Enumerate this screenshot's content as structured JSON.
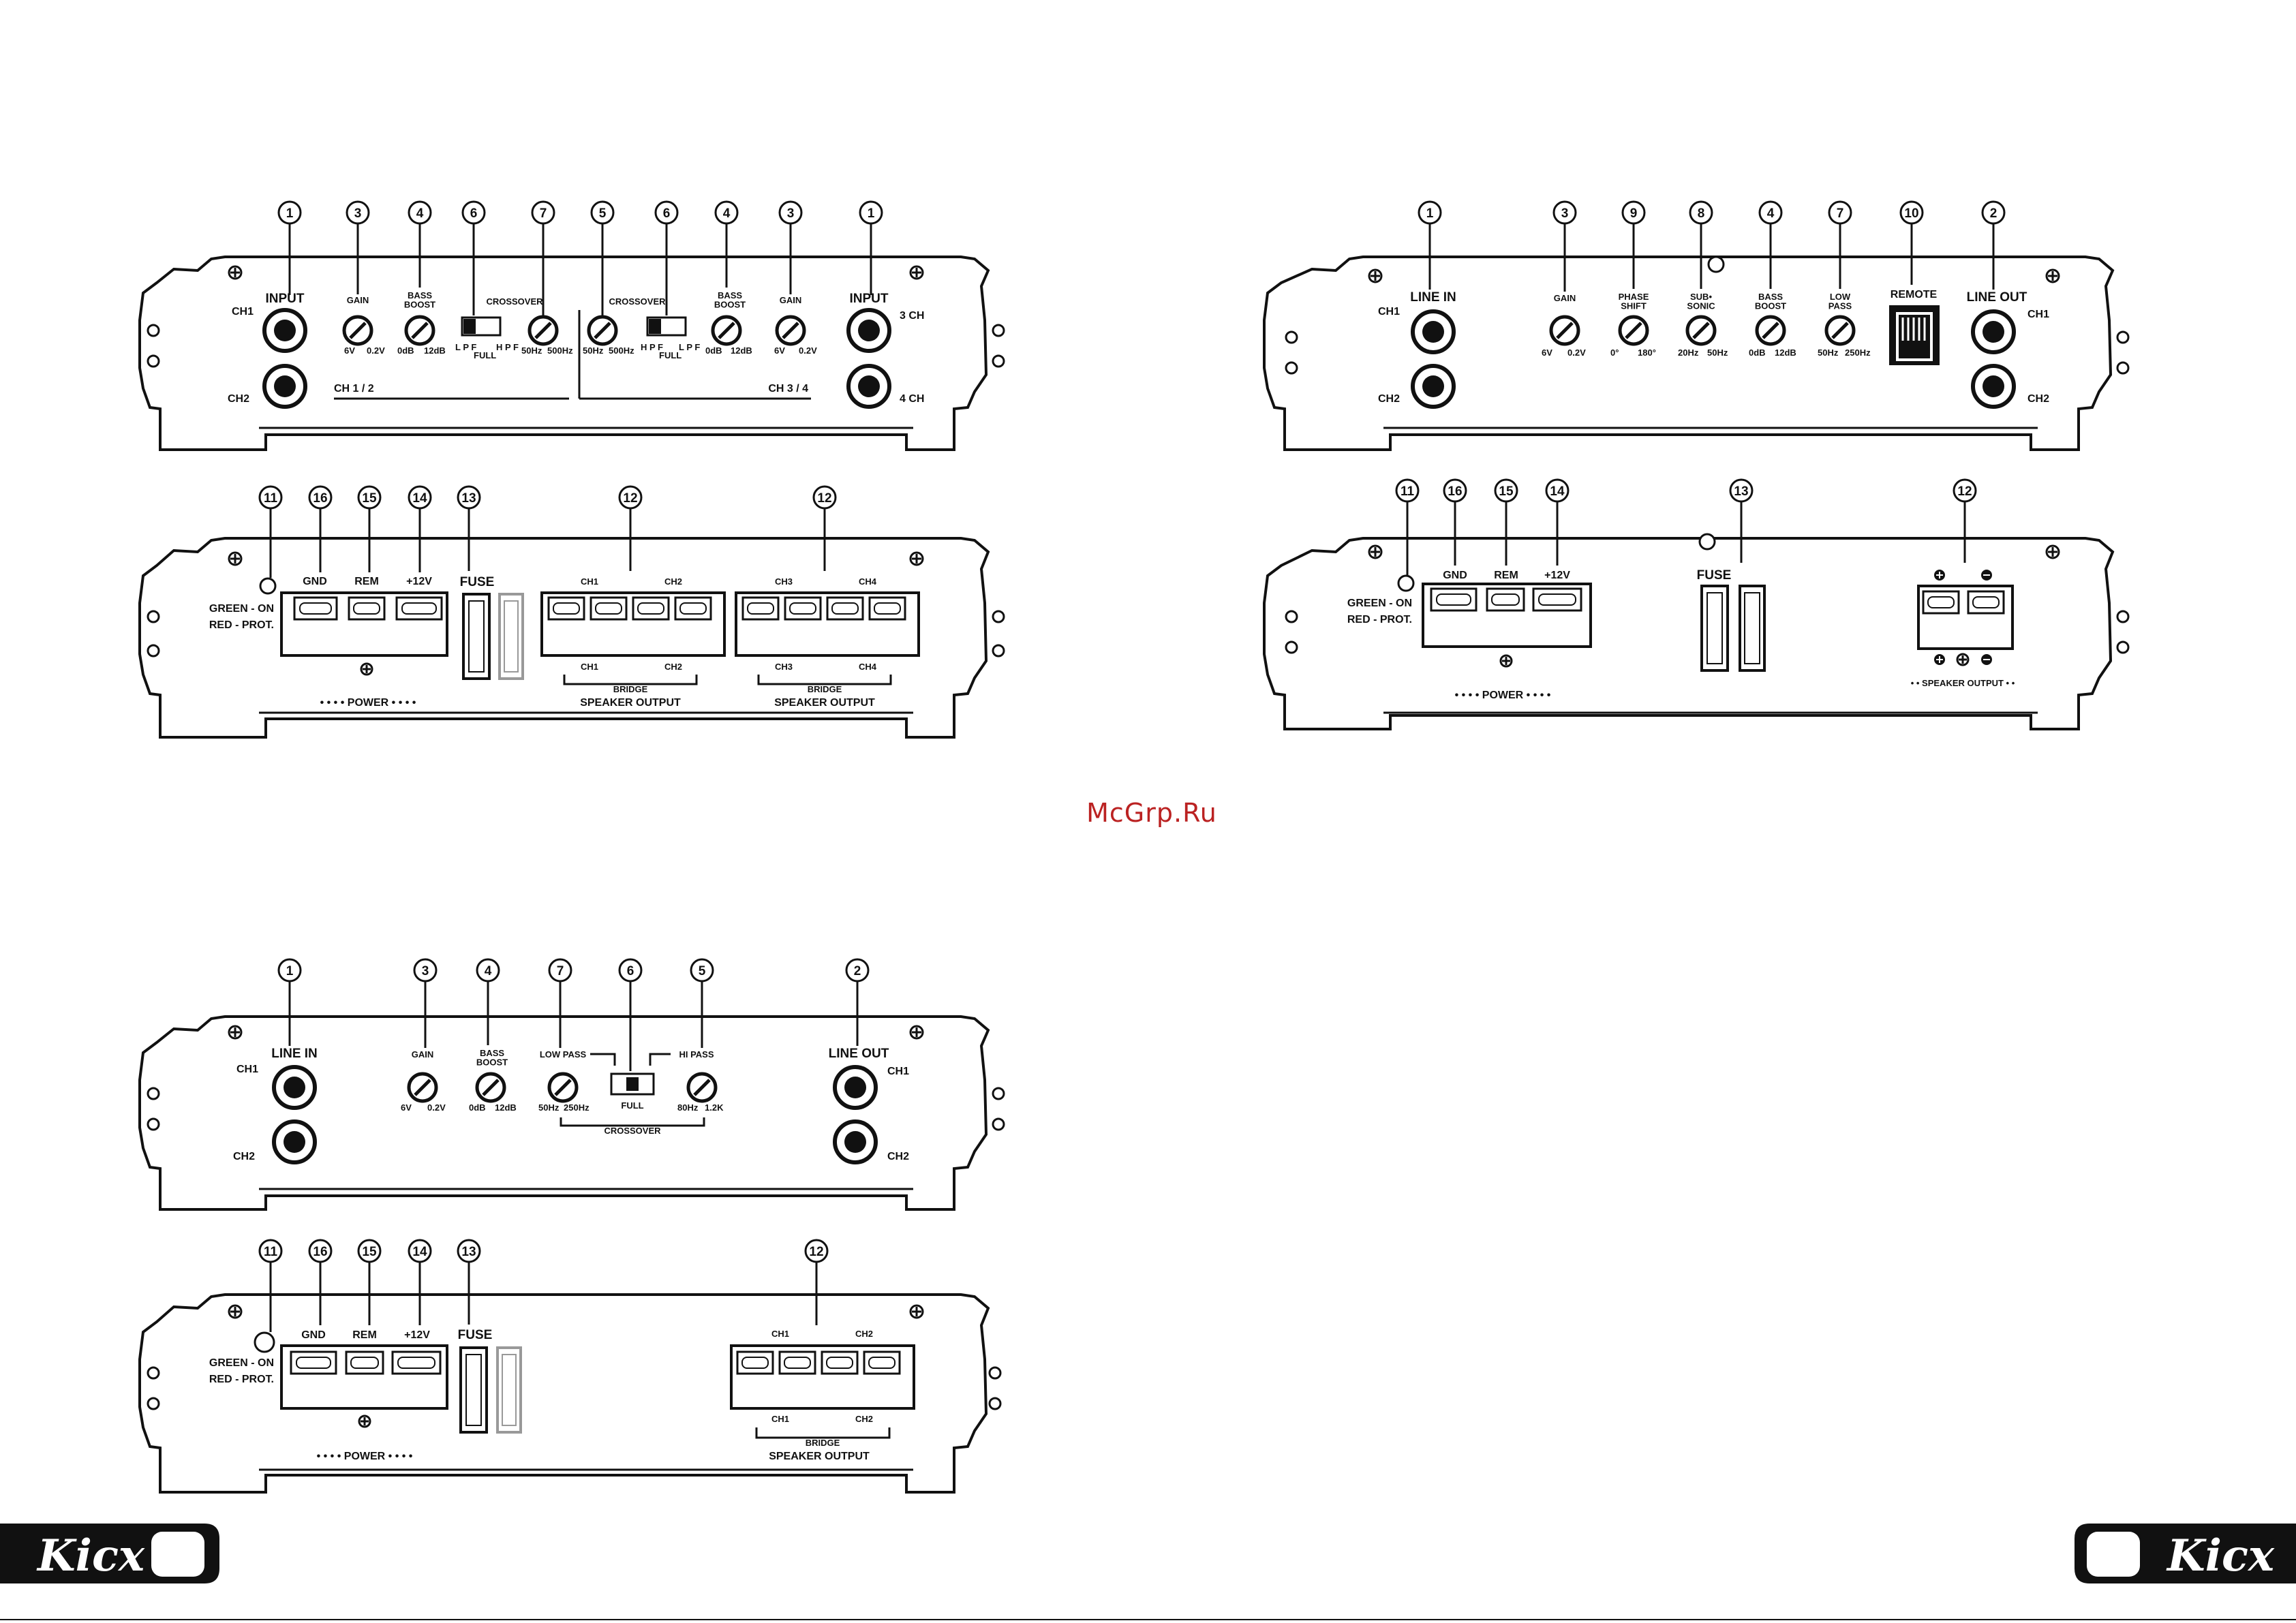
{
  "watermark": "McGrp.Ru",
  "logo": {
    "text": "Kicx"
  },
  "amp4": {
    "front": {
      "callouts": [
        "1",
        "3",
        "4",
        "6",
        "7",
        "5",
        "6",
        "4",
        "3",
        "1"
      ],
      "input_left": "INPUT",
      "ch1": "CH1",
      "ch2": "CH2",
      "gain": "GAIN",
      "gain_min": "6V",
      "gain_max": "0.2V",
      "bass_boost": "BASS\nBOOST",
      "bb_min": "0dB",
      "bb_max": "12dB",
      "crossover": "CROSSOVER",
      "lpf": "L P F",
      "hpf": "H P F",
      "full": "FULL",
      "f_min": "50Hz",
      "f_max": "500Hz",
      "group_left": "CH 1 / 2",
      "group_right": "CH 3 / 4",
      "input_right": "INPUT",
      "ch3": "3 CH",
      "ch4": "4 CH"
    },
    "back": {
      "callouts": [
        "11",
        "16",
        "15",
        "14",
        "13",
        "12",
        "12"
      ],
      "led_on": "GREEN - ON",
      "led_prot": "RED - PROT.",
      "gnd": "GND",
      "rem": "REM",
      "v12": "+12V",
      "fuse": "FUSE",
      "power": "• • • •  POWER  • • • •",
      "spk_top_a": [
        "CH1",
        "CH2"
      ],
      "spk_top_b": [
        "CH3",
        "CH4"
      ],
      "spk_bot_a": [
        "CH1",
        "CH2"
      ],
      "spk_bot_b": [
        "CH3",
        "CH4"
      ],
      "bridge": "BRIDGE",
      "speaker_output": "SPEAKER OUTPUT"
    }
  },
  "ampmono": {
    "front": {
      "callouts": [
        "1",
        "3",
        "9",
        "8",
        "4",
        "7",
        "10",
        "2"
      ],
      "line_in": "LINE IN",
      "ch1": "CH1",
      "ch2": "CH2",
      "gain": "GAIN",
      "gain_min": "6V",
      "gain_max": "0.2V",
      "phase": "PHASE\nSHIFT",
      "ph_min": "0°",
      "ph_max": "180°",
      "subsonic": "SUB•\nSONIC",
      "ss_min": "20Hz",
      "ss_max": "50Hz",
      "bass_boost": "BASS\nBOOST",
      "bb_min": "0dB",
      "bb_max": "12dB",
      "low_pass": "LOW\nPASS",
      "lp_min": "50Hz",
      "lp_max": "250Hz",
      "remote": "REMOTE",
      "line_out": "LINE OUT"
    },
    "back": {
      "callouts": [
        "11",
        "16",
        "15",
        "14",
        "13",
        "12"
      ],
      "led_on": "GREEN - ON",
      "led_prot": "RED - PROT.",
      "gnd": "GND",
      "rem": "REM",
      "v12": "+12V",
      "fuse": "FUSE",
      "power": "• • • •  POWER  • • • •",
      "speaker_output": "• •  SPEAKER OUTPUT  • •"
    }
  },
  "amp2": {
    "front": {
      "callouts": [
        "1",
        "3",
        "4",
        "7",
        "6",
        "5",
        "2"
      ],
      "line_in": "LINE IN",
      "ch1": "CH1",
      "ch2": "CH2",
      "gain": "GAIN",
      "gain_min": "6V",
      "gain_max": "0.2V",
      "bass_boost": "BASS\nBOOST",
      "bb_min": "0dB",
      "bb_max": "12dB",
      "low_pass": "LOW PASS",
      "lp_min": "50Hz",
      "lp_max": "250Hz",
      "full": "FULL",
      "hi_pass": "HI PASS",
      "hp_min": "80Hz",
      "hp_max": "1.2K",
      "crossover": "CROSSOVER",
      "line_out": "LINE OUT"
    },
    "back": {
      "callouts": [
        "11",
        "16",
        "15",
        "14",
        "13",
        "12"
      ],
      "led_on": "GREEN - ON",
      "led_prot": "RED - PROT.",
      "gnd": "GND",
      "rem": "REM",
      "v12": "+12V",
      "fuse": "FUSE",
      "power": "• • • •  POWER  • • • •",
      "spk_top": [
        "CH1",
        "CH2"
      ],
      "spk_bot": [
        "CH1",
        "CH2"
      ],
      "bridge": "BRIDGE",
      "speaker_output": "SPEAKER OUTPUT"
    }
  }
}
